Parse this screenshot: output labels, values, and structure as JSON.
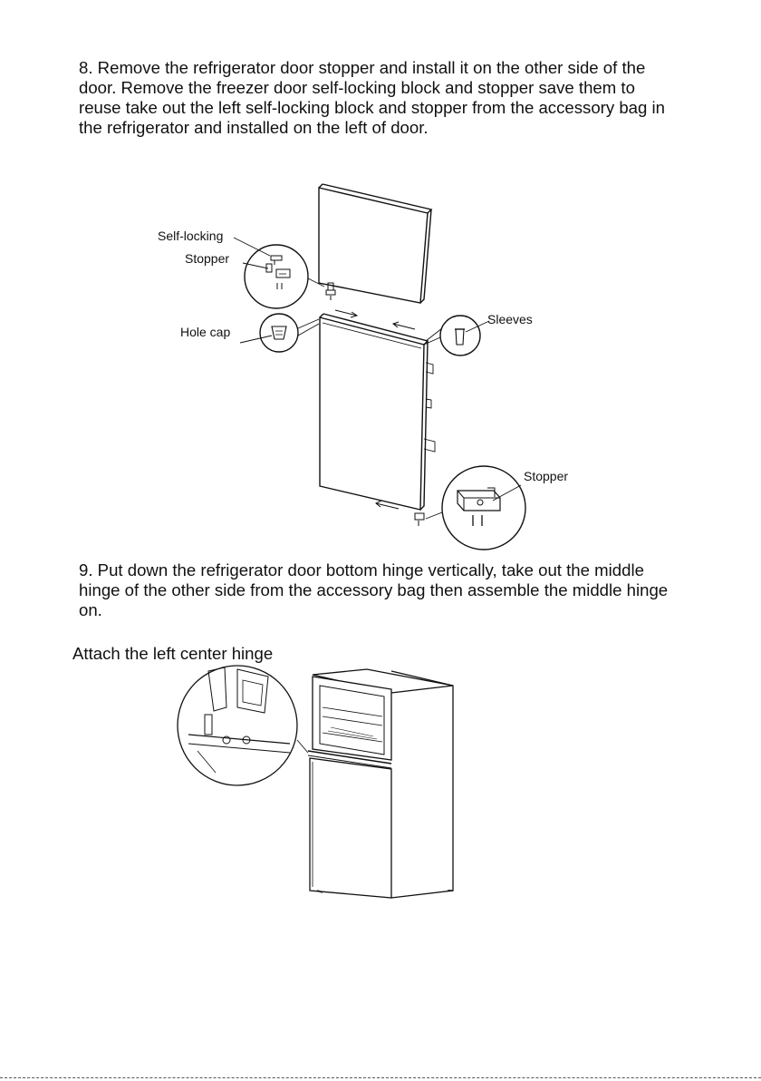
{
  "step8": {
    "text": "8. Remove the refrigerator door stopper and install it on the other side of the door. Remove the freezer door self-locking block and stopper save them to reuse take out the left self-locking block and stopper from the accessory bag in the refrigerator and installed on the left of door."
  },
  "figure1": {
    "labels": {
      "self_locking": "Self-locking",
      "stopper_top": "Stopper",
      "hole_cap": "Hole cap",
      "sleeves": "Sleeves",
      "stopper_bottom": "Stopper"
    }
  },
  "step9": {
    "text": "9. Put down the refrigerator door bottom hinge vertically, take out the middle hinge of the other side from the accessory bag then assemble the middle hinge on."
  },
  "figure2": {
    "caption": "Attach the left center hinge"
  }
}
